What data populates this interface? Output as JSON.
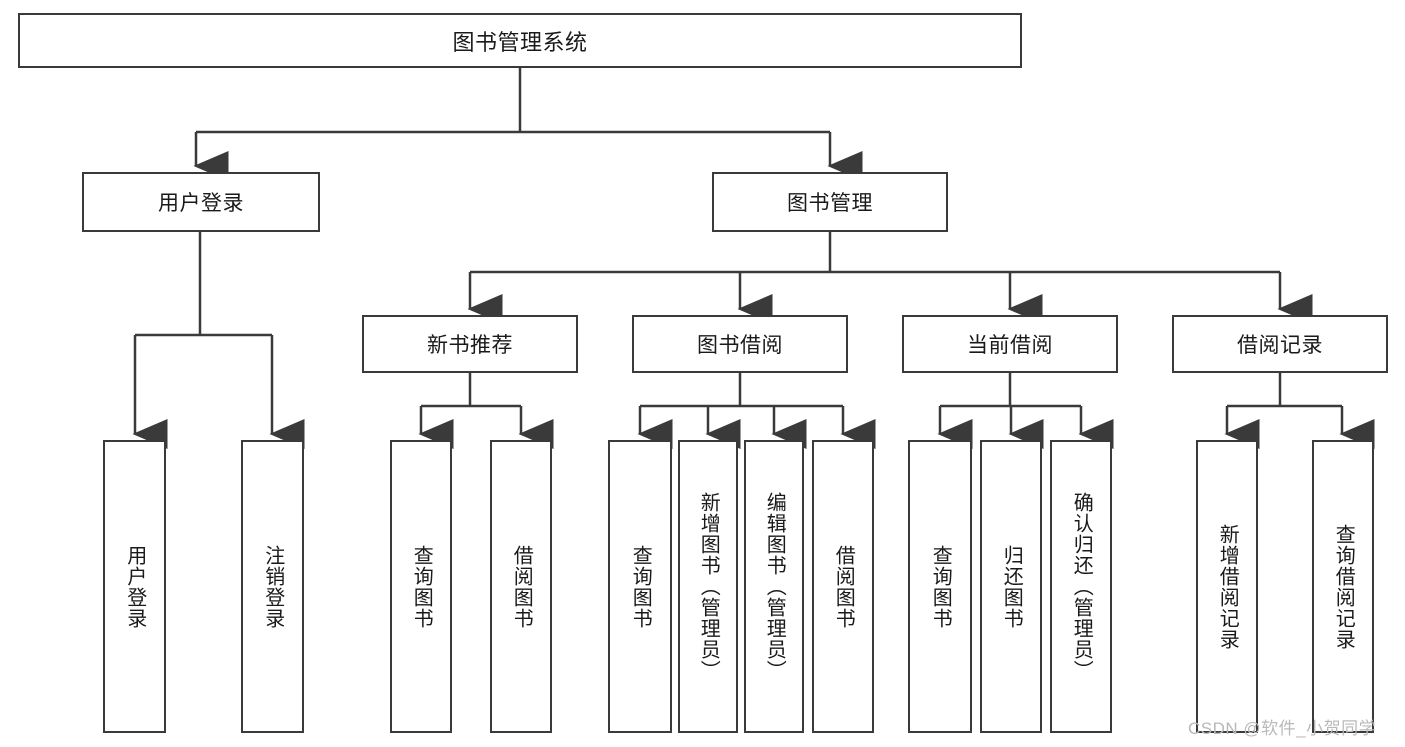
{
  "diagram": {
    "title": "图书管理系统",
    "type": "tree-hierarchy-diagram",
    "nodes": {
      "root": {
        "label": "图书管理系统"
      },
      "level2": [
        {
          "label": "用户登录"
        },
        {
          "label": "图书管理"
        }
      ],
      "level3": [
        {
          "label": "新书推荐"
        },
        {
          "label": "图书借阅"
        },
        {
          "label": "当前借阅"
        },
        {
          "label": "借阅记录"
        }
      ],
      "leaves": [
        {
          "label": "用户登录"
        },
        {
          "label": "注销登录"
        },
        {
          "label": "查询图书"
        },
        {
          "label": "借阅图书"
        },
        {
          "label": "查询图书"
        },
        {
          "label": "新增图书（管理员）"
        },
        {
          "label": "编辑图书（管理员）"
        },
        {
          "label": "借阅图书"
        },
        {
          "label": "查询图书"
        },
        {
          "label": "归还图书"
        },
        {
          "label": "确认归还（管理员）"
        },
        {
          "label": "新增借阅记录"
        },
        {
          "label": "查询借阅记录"
        }
      ]
    },
    "colors": {
      "stroke": "#3a3a3a",
      "fill": "#ffffff",
      "text": "#1a1a1a",
      "watermark": "#b9b9b9"
    }
  },
  "watermark": {
    "text": "CSDN @软件_小贺同学"
  }
}
